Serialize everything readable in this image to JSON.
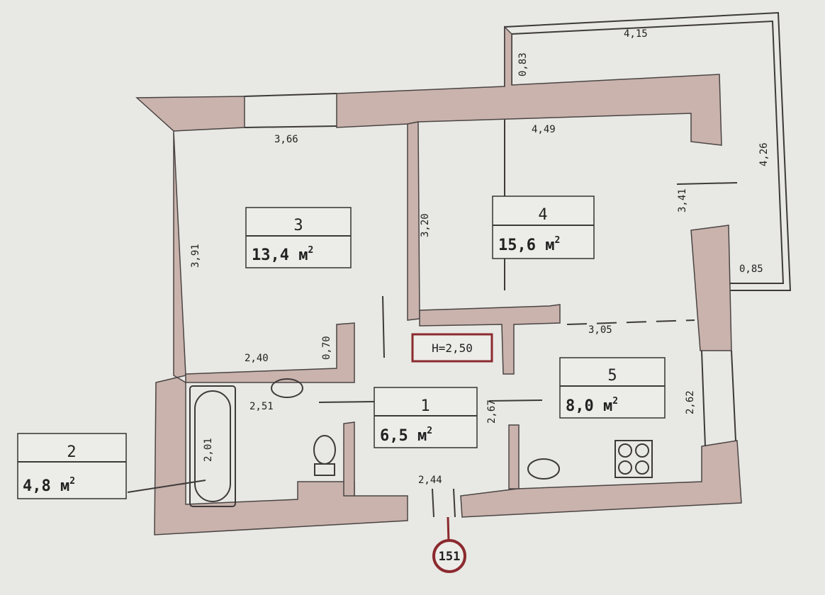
{
  "rooms": [
    {
      "number": "1",
      "area": "6,5",
      "unit": "м",
      "sup": "2"
    },
    {
      "number": "2",
      "area": "4,8",
      "unit": "м",
      "sup": "2"
    },
    {
      "number": "3",
      "area": "13,4",
      "unit": "м",
      "sup": "2"
    },
    {
      "number": "4",
      "area": "15,6",
      "unit": "м",
      "sup": "2"
    },
    {
      "number": "5",
      "area": "8,0",
      "unit": "м",
      "sup": "2"
    }
  ],
  "dimensions": {
    "balcony_top": "4,15",
    "balcony_left": "0,83",
    "balcony_right": "4,26",
    "balcony_bottom": "0,85",
    "room4_top": "4,49",
    "room4_right": "3,41",
    "room4_left": "3,20",
    "room3_top": "3,66",
    "room3_left": "3,91",
    "room3_bottom": "2,40",
    "room3_niche": "0,70",
    "room5_top": "3,05",
    "room5_right": "2,62",
    "bath_width": "2,51",
    "bath_length": "2,01",
    "hall_width": "2,67",
    "hall_bottom": "2,44"
  },
  "ceiling_height": "H=2,50",
  "apartment_number": "151",
  "colors": {
    "wall": "#c9b3ac",
    "accent": "#8b2a2f"
  }
}
